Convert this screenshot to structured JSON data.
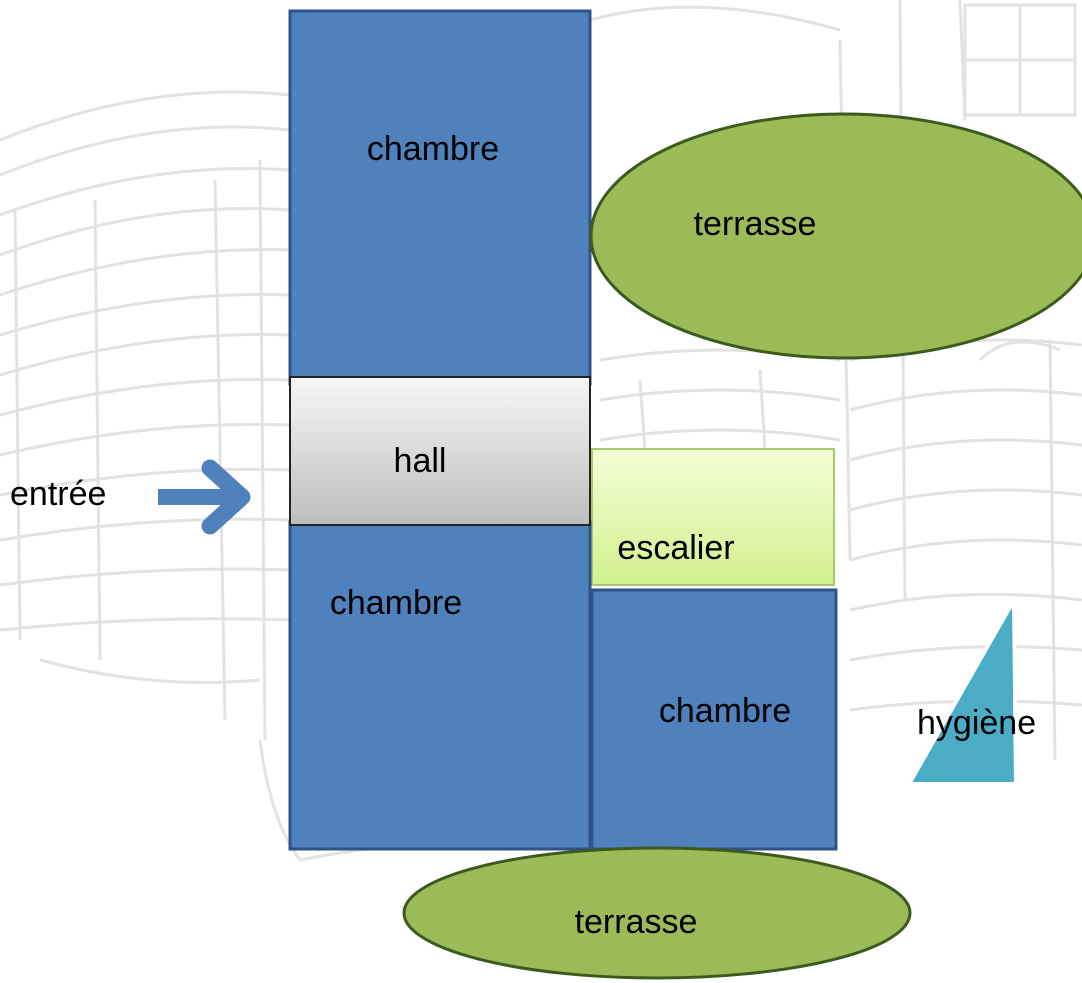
{
  "colors": {
    "room_fill": "#4f81bd",
    "room_stroke": "#2f5389",
    "terrace_fill": "#9bbb59",
    "terrace_stroke": "#3c5a1c",
    "hall_fill_top": "#f7f7f7",
    "hall_fill_bottom": "#bdbdbd",
    "hall_stroke": "#222222",
    "stair_fill_top": "#f3ffd6",
    "stair_fill_bottom": "#d2f08f",
    "stair_stroke": "#a9c86a",
    "hygiene_fill": "#4bacc6",
    "arrow_color": "#4f81bd",
    "sketch_lines": "#dddddd"
  },
  "labels": {
    "chambre_top": "chambre",
    "terrasse_top": "terrasse",
    "hall": "hall",
    "entree": "entrée",
    "escalier": "escalier",
    "chambre_left": "chambre",
    "chambre_right": "chambre",
    "hygiene": "hygiène",
    "terrasse_bottom": "terrasse"
  },
  "icons": {
    "entrance_arrow": "arrow-right-icon",
    "hygiene_shape": "right-triangle-shape"
  }
}
